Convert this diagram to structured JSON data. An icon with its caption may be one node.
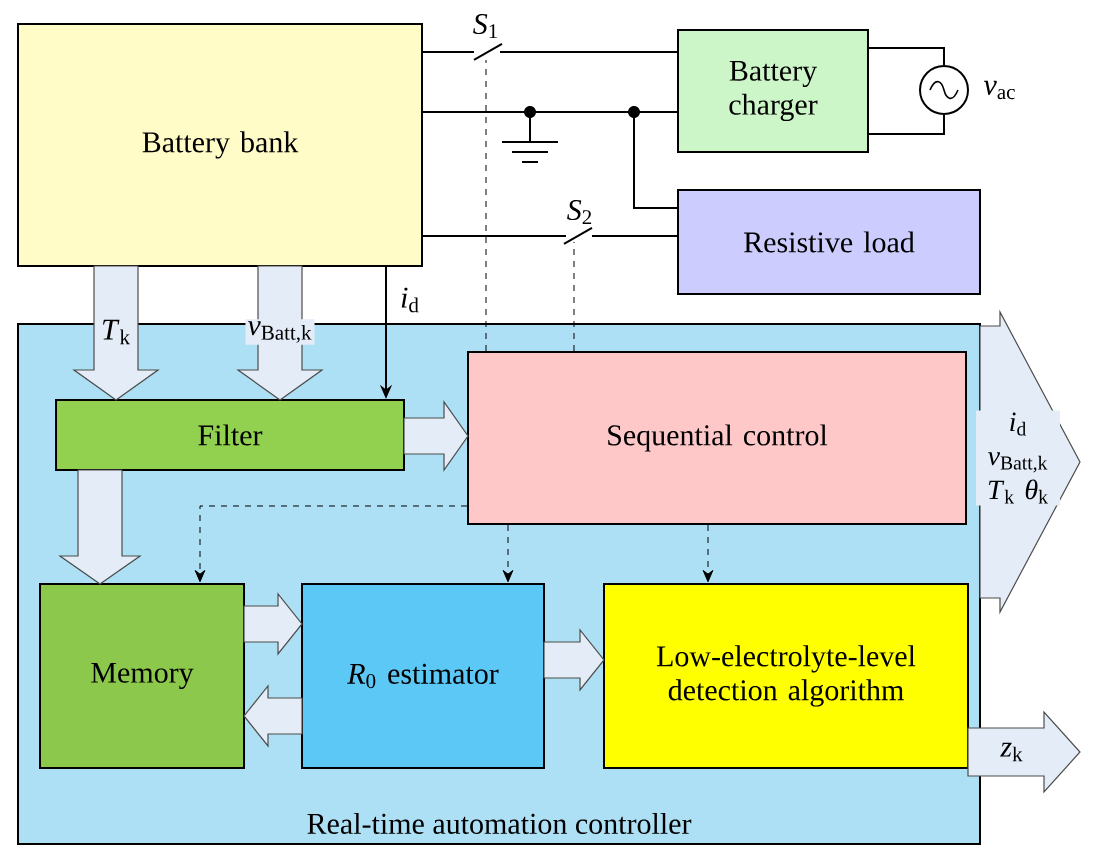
{
  "diagram": {
    "nodes": [
      {
        "text": [
          "Battery bank"
        ]
      },
      {
        "text": [
          "Battery charger"
        ]
      },
      {
        "text": [
          "Resistive load"
        ]
      },
      {
        "text": [],
        "shape": "circle",
        "beside": [
          "*v*$_{ac}$"
        ]
      },
      {
        "text": [
          "Real-time automation controller"
        ]
      },
      {
        "text": [
          "Filter"
        ],
        "in": 4
      },
      {
        "text": [
          "Sequential control"
        ],
        "in": 4
      },
      {
        "text": [
          "Memory"
        ],
        "in": 4
      },
      {
        "text": [
          "*R*$_{0}$ estimator"
        ],
        "in": 4
      },
      {
        "text": [
          "Low-electrolyte-level detection algorithm"
        ],
        "in": 4
      }
    ],
    "edges": [
      {
        "from": 0,
        "to": 1,
        "arrow": "none",
        "label": "*S*$_{1}$"
      },
      {
        "from": 0,
        "to": 1,
        "arrow": "none"
      },
      {
        "from": 0,
        "to": 2,
        "arrow": "none"
      },
      {
        "from": 0,
        "to": 2,
        "arrow": "none",
        "label": "*S*$_{2}$"
      },
      {
        "from": 1,
        "to": 3,
        "arrow": "none"
      },
      {
        "from": 1,
        "to": 3,
        "arrow": "none"
      },
      {
        "from": 6,
        "to": null,
        "arrow": "none",
        "style": "dashed"
      },
      {
        "from": 6,
        "to": null,
        "arrow": "none",
        "style": "dashed"
      },
      {
        "from": 6,
        "to": 7,
        "arrow": "to",
        "style": "dashed"
      },
      {
        "from": 6,
        "to": 8,
        "arrow": "to",
        "style": "dashed"
      },
      {
        "from": 6,
        "to": 9,
        "arrow": "to",
        "style": "dashed"
      },
      {
        "from": 0,
        "to": 5,
        "arrow": "to",
        "style": "thick",
        "label": "*T*$_{k}$"
      },
      {
        "from": 0,
        "to": 5,
        "arrow": "to",
        "style": "thick",
        "label": "*v*$_{Batt,k}$"
      },
      {
        "from": 0,
        "to": 5,
        "arrow": "to",
        "label": "*i*$_{d}$"
      },
      {
        "from": 5,
        "to": 6,
        "arrow": "to",
        "style": "thick"
      },
      {
        "from": 5,
        "to": 7,
        "arrow": "to",
        "style": "thick"
      },
      {
        "from": 7,
        "to": 8,
        "arrow": "to",
        "style": "thick"
      },
      {
        "from": 8,
        "to": 7,
        "arrow": "to",
        "style": "thick"
      },
      {
        "from": 8,
        "to": 9,
        "arrow": "to",
        "style": "thick"
      },
      {
        "from": 9,
        "to": null,
        "arrow": "to",
        "style": "thick",
        "label": "*z*$_{k}$"
      },
      {
        "from": 4,
        "to": null,
        "arrow": "to",
        "style": "thick",
        "label": "*i*$_{d}$ *v*$_{Batt,k}$ *T*$_{k}$ *θ*$_{k}$"
      }
    ]
  }
}
